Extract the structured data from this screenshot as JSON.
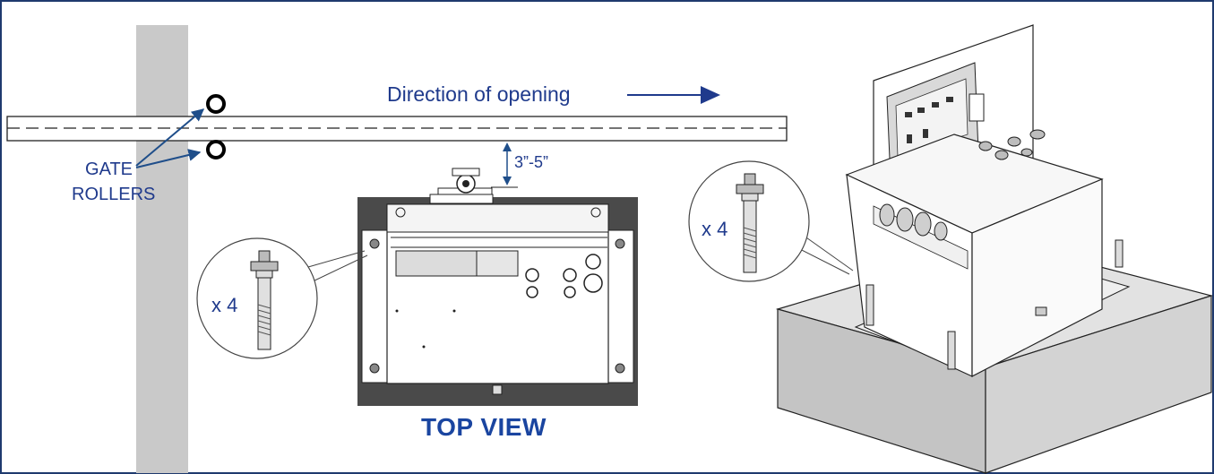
{
  "labels": {
    "direction": "Direction of opening",
    "gate": "GATE",
    "rollers": "ROLLERS",
    "measurement": "3”-5”",
    "qty_left": "x 4",
    "qty_right": "x 4",
    "view_title": "TOP VIEW"
  },
  "colors": {
    "border": "#1f3a6e",
    "text": "#1f3a8c",
    "title": "#1a45a0",
    "arrow": "#1f4e8a",
    "post": "#c9c9c9",
    "concrete": "#cfcfcf",
    "baseplate_dark": "#4a4a4a",
    "line": "#222222"
  }
}
